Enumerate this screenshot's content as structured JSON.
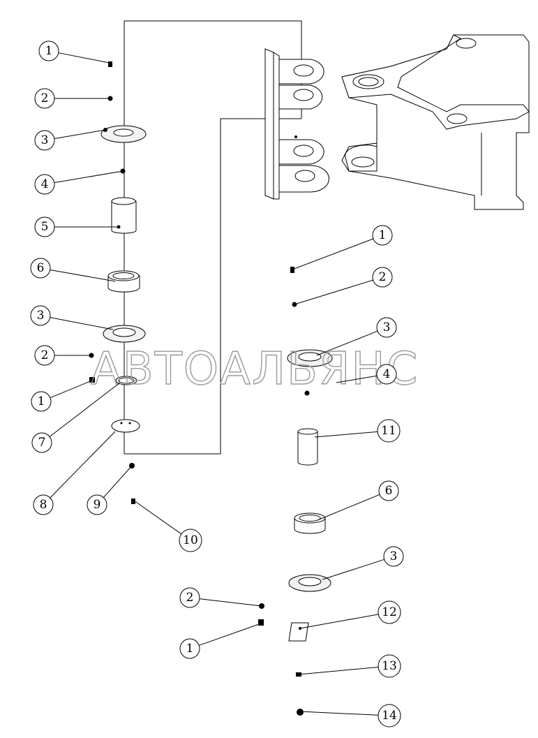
{
  "watermark": "АВТОАЛЬЯНС",
  "callouts": [
    {
      "label": "1"
    },
    {
      "label": "2"
    },
    {
      "label": "3"
    },
    {
      "label": "4"
    },
    {
      "label": "5"
    },
    {
      "label": "6"
    },
    {
      "label": "3"
    },
    {
      "label": "2"
    },
    {
      "label": "1"
    },
    {
      "label": "7"
    },
    {
      "label": "8"
    },
    {
      "label": "9"
    },
    {
      "label": "10"
    },
    {
      "label": "1"
    },
    {
      "label": "2"
    },
    {
      "label": "3"
    },
    {
      "label": "4"
    },
    {
      "label": "11"
    },
    {
      "label": "6"
    },
    {
      "label": "3"
    },
    {
      "label": "2"
    },
    {
      "label": "1"
    },
    {
      "label": "12"
    },
    {
      "label": "13"
    },
    {
      "label": "14"
    }
  ]
}
